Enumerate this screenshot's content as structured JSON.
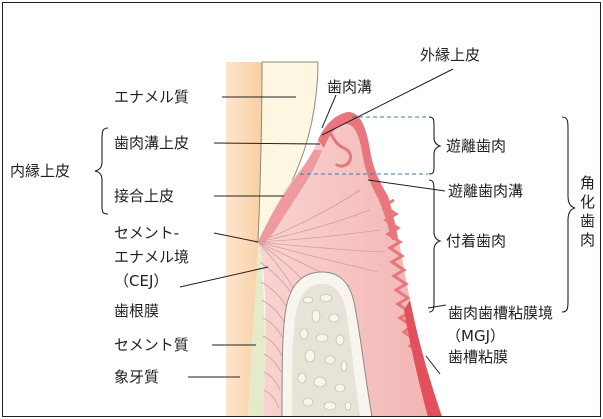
{
  "labels": {
    "enamel": "エナメル質",
    "gingival_sulcus": "歯肉溝",
    "outer_epithelium": "外縁上皮",
    "inner_epithelium": "内縁上皮",
    "sulcular_epithelium": "歯肉溝上皮",
    "junctional_epithelium": "接合上皮",
    "cej_line1": "セメント-",
    "cej_line2": "エナメル境",
    "cej_line3": "（CEJ）",
    "pdl": "歯根膜",
    "cementum": "セメント質",
    "dentin": "象牙質",
    "free_gingiva": "遊離歯肉",
    "free_gingival_groove": "遊離歯肉溝",
    "attached_gingiva": "付着歯肉",
    "mgj_line1": "歯肉歯槽粘膜境",
    "mgj_line2": "（MGJ）",
    "alveolar_mucosa": "歯槽粘膜",
    "keratinized_gingiva": [
      "角",
      "化",
      "歯",
      "肉"
    ]
  },
  "colors": {
    "dentin": "#fbd6b0",
    "enamel": "#fdf7e2",
    "cementum": "#e3ebc8",
    "gingiva_light": "#f6c9c7",
    "gingiva_mid": "#f1a6a6",
    "gingiva_epithelium": "#e8767c",
    "alveolar_mucosa": "#e2505b",
    "bone_fill": "#e7e3d7",
    "bone_cortex": "#f7f5ee",
    "guide_line": "#3f78b5",
    "frame": "#231f20"
  }
}
